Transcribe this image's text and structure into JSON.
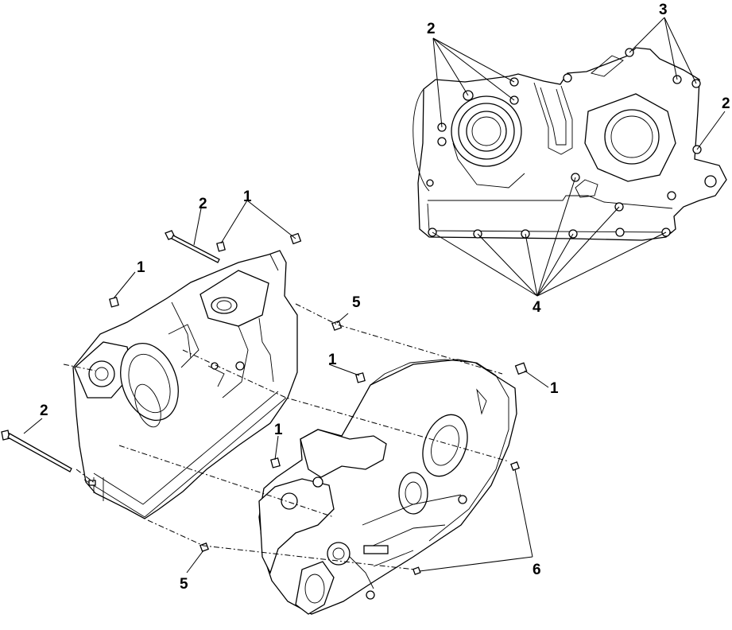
{
  "diagram": {
    "colors": {
      "line": "#000000",
      "background": "#ffffff"
    },
    "callouts": {
      "c1_upper_right": "1",
      "c1_upper_left": "1",
      "c1_right_half_top": "1",
      "c1_right_half_left": "1",
      "c1_far_right": "1",
      "c2_top_left": "2",
      "c2_lower_left": "2",
      "c2_inset_left": "2",
      "c2_inset_right": "2",
      "c3_inset": "3",
      "c4_inset": "4",
      "c5_upper": "5",
      "c5_lower": "5",
      "c6": "6"
    }
  }
}
